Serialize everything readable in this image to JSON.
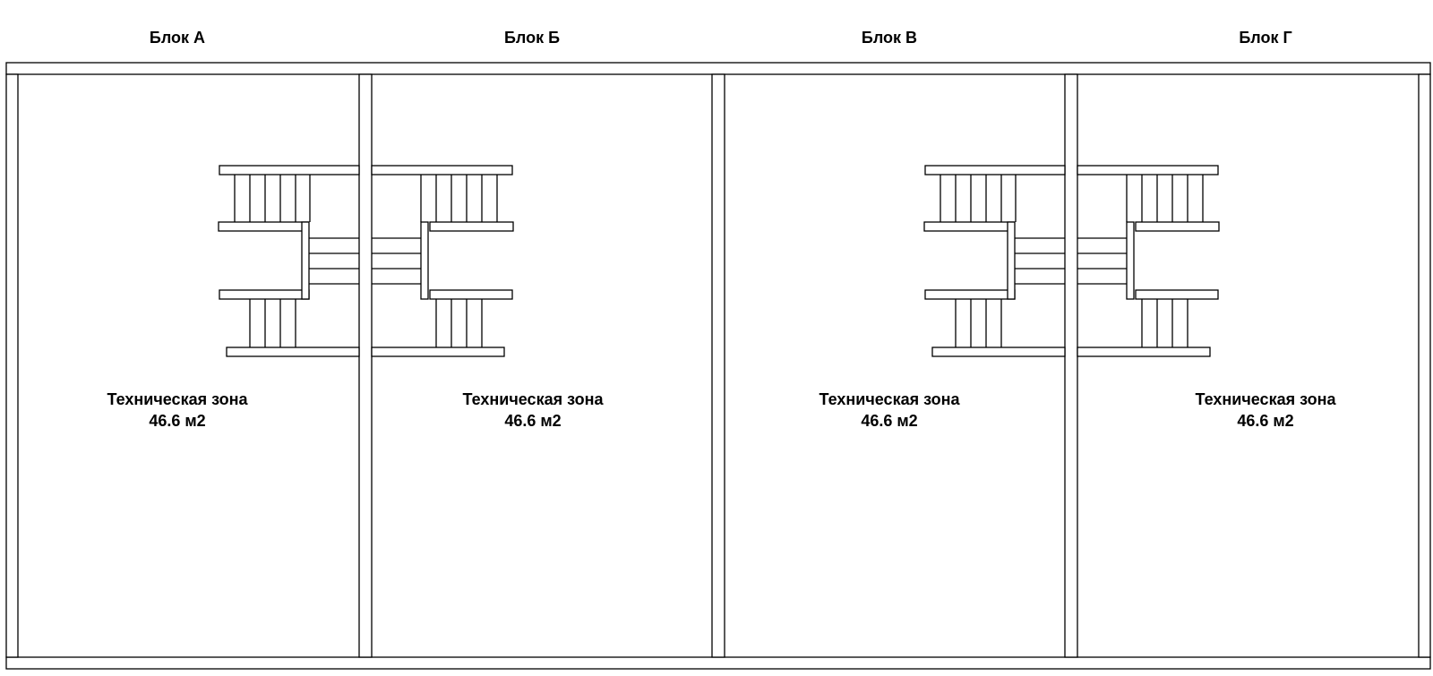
{
  "plan": {
    "blocks": [
      {
        "title": "Блок А",
        "zone_name": "Техническая зона",
        "zone_area": "46.6 м2"
      },
      {
        "title": "Блок Б",
        "zone_name": "Техническая зона",
        "zone_area": "46.6 м2"
      },
      {
        "title": "Блок В",
        "zone_name": "Техническая зона",
        "zone_area": "46.6 м2"
      },
      {
        "title": "Блок Г",
        "zone_name": "Техническая зона",
        "zone_area": "46.6 м2"
      }
    ]
  }
}
